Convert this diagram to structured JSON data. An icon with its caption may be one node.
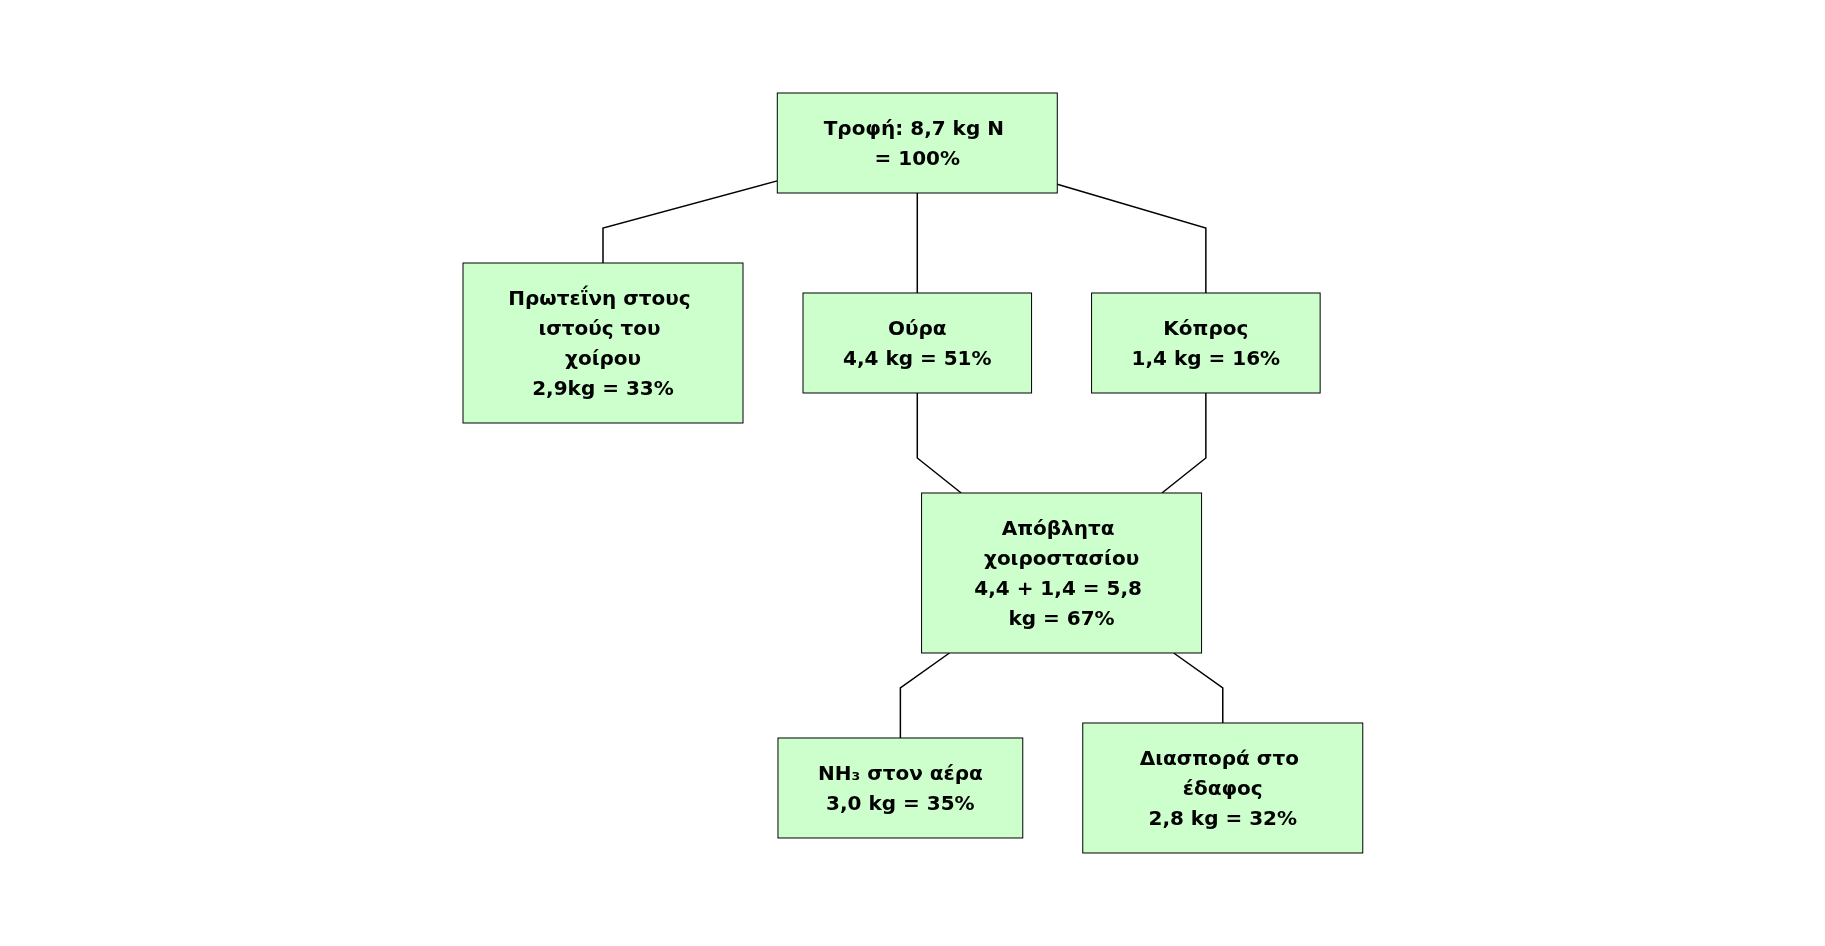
{
  "diagram": {
    "nodes": [
      {
        "text": [
          "Τροφή: 8,7 kg N = 100%"
        ]
      },
      {
        "text": [
          "Πρωτεΐνη στους ιστούς του χοίρου",
          "2,9kg = 33%"
        ]
      },
      {
        "text": [
          "Ούρα",
          "4,4 kg = 51%"
        ]
      },
      {
        "text": [
          "Κόπρος",
          "1,4 kg = 16%"
        ]
      },
      {
        "text": [
          "Απόβλητα χοιροστασίου",
          "4,4 + 1,4 = 5,8 kg = 67%"
        ]
      },
      {
        "text": [
          "NH₃ στον αέρα",
          "3,0 kg = 35%"
        ]
      },
      {
        "text": [
          "Διασπορά στο έδαφος",
          "2,8 kg = 32%"
        ]
      }
    ],
    "edges": [
      {
        "from": 0,
        "to": 1,
        "arrow": "none"
      },
      {
        "from": 0,
        "to": 2,
        "arrow": "none"
      },
      {
        "from": 0,
        "to": 3,
        "arrow": "none"
      },
      {
        "from": 2,
        "to": 4,
        "arrow": "none"
      },
      {
        "from": 3,
        "to": 4,
        "arrow": "none"
      },
      {
        "from": 4,
        "to": 5,
        "arrow": "none"
      },
      {
        "from": 4,
        "to": 6,
        "arrow": "none"
      }
    ]
  }
}
